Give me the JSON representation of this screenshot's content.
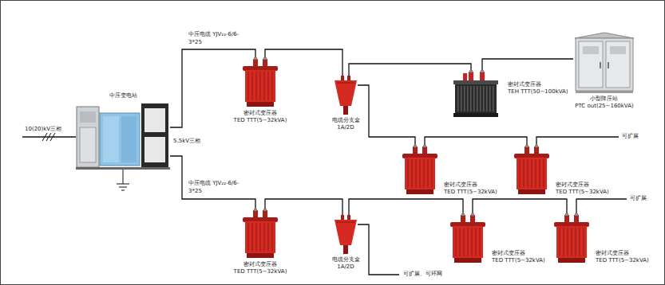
{
  "diagram": {
    "nodes": [
      {
        "text": [
          "中压变电站"
        ]
      },
      {
        "text": [
          "密封式变压器",
          "TED TTT(5~32kVA)"
        ]
      },
      {
        "text": [
          "电缆分支盒",
          "1A/2D"
        ]
      },
      {
        "text": [
          "密封式变压器",
          "TEH TTT(50~100kVA)"
        ]
      },
      {
        "text": [
          "小型降压站",
          "PTC out(25~160kVA)"
        ]
      },
      {
        "text": [
          "密封式变压器",
          "TED TTT(5~32kVA)"
        ]
      },
      {
        "text": [
          "密封式变压器",
          "TED TTT(5~32kVA)"
        ]
      },
      {
        "text": [
          "密封式变压器",
          "TED TTT(5~32kVA)"
        ]
      },
      {
        "text": [
          "电缆分支盒",
          "1A/2D"
        ]
      },
      {
        "text": [
          "密封式变压器",
          "TED TTT(5~32kVA)"
        ]
      },
      {
        "text": [
          "密封式变压器",
          "TED TTT(5~32kVA)"
        ]
      }
    ],
    "edges": [
      {
        "from": 0,
        "to": 1,
        "arrow": "none",
        "label": "中压电缆 YJV₂₂-6/6-3*25"
      },
      {
        "from": 1,
        "to": 2,
        "arrow": "none"
      },
      {
        "from": 2,
        "to": 3,
        "arrow": "none"
      },
      {
        "from": 3,
        "to": 4,
        "arrow": "none"
      },
      {
        "from": 2,
        "to": 5,
        "arrow": "none"
      },
      {
        "from": 5,
        "to": 6,
        "arrow": "none"
      },
      {
        "from": 0,
        "to": 7,
        "arrow": "none",
        "label": "中压电缆 YJV₂₂-6/6-3*25"
      },
      {
        "from": 7,
        "to": 8,
        "arrow": "none"
      },
      {
        "from": 8,
        "to": 9,
        "arrow": "none"
      },
      {
        "from": 9,
        "to": 10,
        "arrow": "none"
      }
    ],
    "labels": [
      "10(20)kV三相",
      "5.5kV三相",
      "可扩展",
      "可扩展",
      "可扩展、可环网"
    ]
  }
}
